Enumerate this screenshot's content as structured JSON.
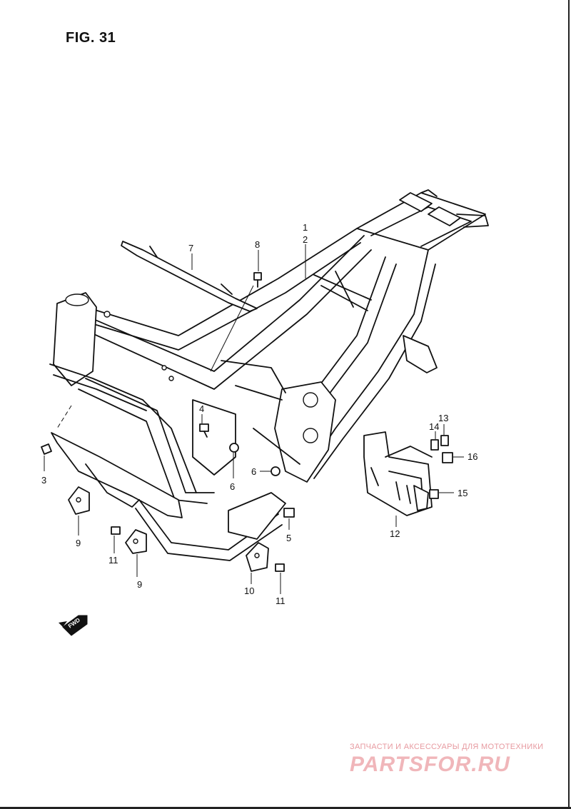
{
  "figure": {
    "title": "FIG. 31"
  },
  "fwd_label": "FWD",
  "watermark": {
    "caption": "ЗАПЧАСТИ И АКСЕССУАРЫ ДЛЯ МОТОТЕХНИКИ",
    "logo": "PARTSFOR.RU"
  },
  "callouts": [
    {
      "id": "c1",
      "text": "1"
    },
    {
      "id": "c2",
      "text": "2"
    },
    {
      "id": "c3",
      "text": "3"
    },
    {
      "id": "c4",
      "text": "4"
    },
    {
      "id": "c5",
      "text": "5"
    },
    {
      "id": "c6a",
      "text": "6"
    },
    {
      "id": "c6b",
      "text": "6"
    },
    {
      "id": "c7",
      "text": "7"
    },
    {
      "id": "c8",
      "text": "8"
    },
    {
      "id": "c9a",
      "text": "9"
    },
    {
      "id": "c9b",
      "text": "9"
    },
    {
      "id": "c10",
      "text": "10"
    },
    {
      "id": "c11a",
      "text": "11"
    },
    {
      "id": "c11b",
      "text": "11"
    },
    {
      "id": "c12",
      "text": "12"
    },
    {
      "id": "c13",
      "text": "13"
    },
    {
      "id": "c14",
      "text": "14"
    },
    {
      "id": "c15",
      "text": "15"
    },
    {
      "id": "c16",
      "text": "16"
    }
  ]
}
